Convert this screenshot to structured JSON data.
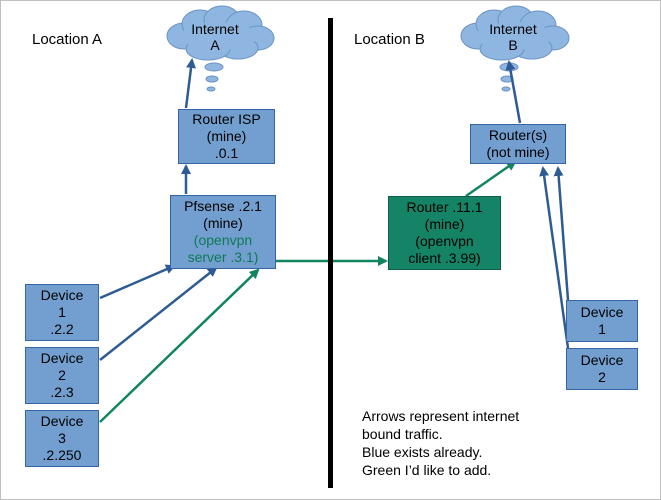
{
  "location_a": "Location A",
  "location_b": "Location B",
  "internet_a": [
    "Internet",
    "A"
  ],
  "internet_b": [
    "Internet",
    "B"
  ],
  "router_isp": [
    "Router ISP",
    "(mine)",
    ".0.1"
  ],
  "pfsense": {
    "line1": "Pfsense .2.1",
    "line2": "(mine)",
    "line3": "(openvpn",
    "line4": "server .3.1)"
  },
  "router_111": [
    "Router .11.1",
    "(mine)",
    "(openvpn",
    "client .3.99)"
  ],
  "routers_b": [
    "Router(s)",
    "(not mine)"
  ],
  "devices_a": [
    [
      "Device",
      "1",
      ".2.2"
    ],
    [
      "Device",
      "2",
      ".2.3"
    ],
    [
      "Device",
      "3",
      ".2.250"
    ]
  ],
  "devices_b": [
    [
      "Device",
      "1"
    ],
    [
      "Device",
      "2"
    ]
  ],
  "note": [
    "Arrows represent internet",
    "bound traffic.",
    "Blue exists already.",
    "Green I’d like to add."
  ],
  "colors": {
    "box_blue": "#729fcf",
    "box_teal": "#158466",
    "arrow_blue": "#2f5b94",
    "arrow_green": "#12855f",
    "cloud": "#8fb6e0"
  }
}
